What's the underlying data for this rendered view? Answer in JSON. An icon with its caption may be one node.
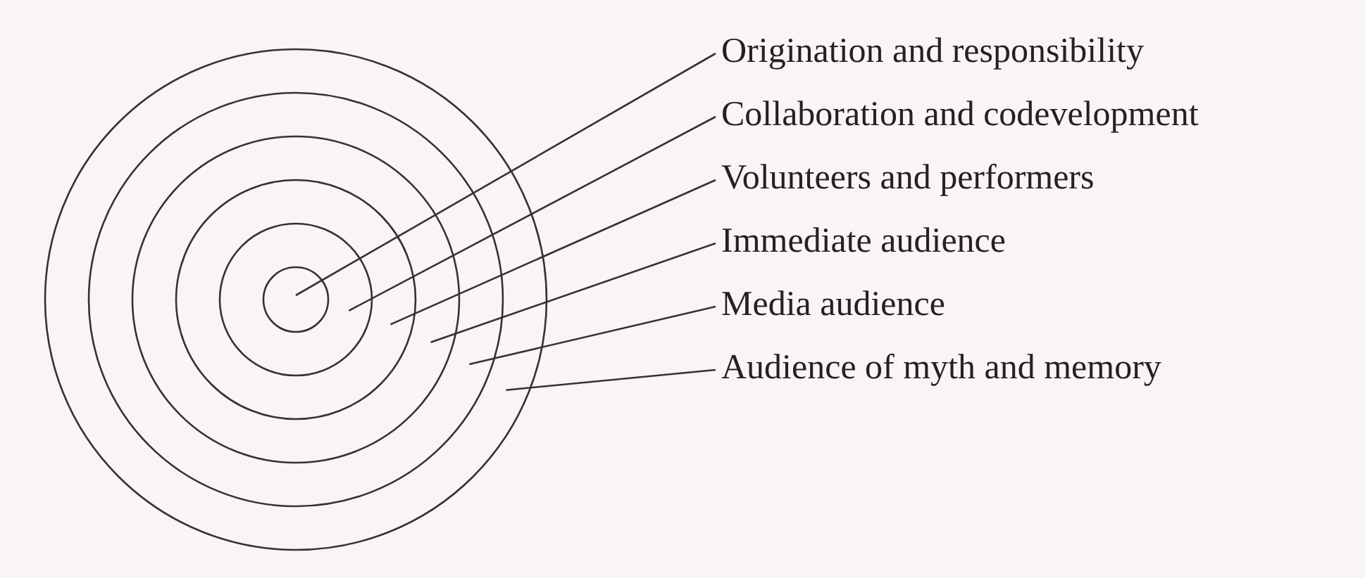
{
  "diagram": {
    "nodes": [
      {
        "text": [
          "Origination and responsibility"
        ]
      },
      {
        "text": [
          "Collaboration and codevelopment"
        ]
      },
      {
        "text": [
          "Volunteers and performers"
        ]
      },
      {
        "text": [
          "Immediate audience"
        ]
      },
      {
        "text": [
          "Media audience"
        ]
      },
      {
        "text": [
          "Audience of myth and memory"
        ]
      },
      {
        "text": [],
        "shape": "circle",
        "in": 7
      },
      {
        "text": [],
        "shape": "circle",
        "in": 8
      },
      {
        "text": [],
        "shape": "circle",
        "in": 9
      },
      {
        "text": [],
        "shape": "circle",
        "in": 10
      },
      {
        "text": [],
        "shape": "circle",
        "in": 11
      },
      {
        "text": [],
        "shape": "circle"
      }
    ],
    "edges": [
      {
        "from": 0,
        "to": 6,
        "arrow": "none"
      },
      {
        "from": 1,
        "to": 7,
        "arrow": "none"
      },
      {
        "from": 2,
        "to": 8,
        "arrow": "none"
      },
      {
        "from": 3,
        "to": 9,
        "arrow": "none"
      },
      {
        "from": 4,
        "to": 10,
        "arrow": "none"
      },
      {
        "from": 5,
        "to": 11,
        "arrow": "none"
      }
    ]
  }
}
